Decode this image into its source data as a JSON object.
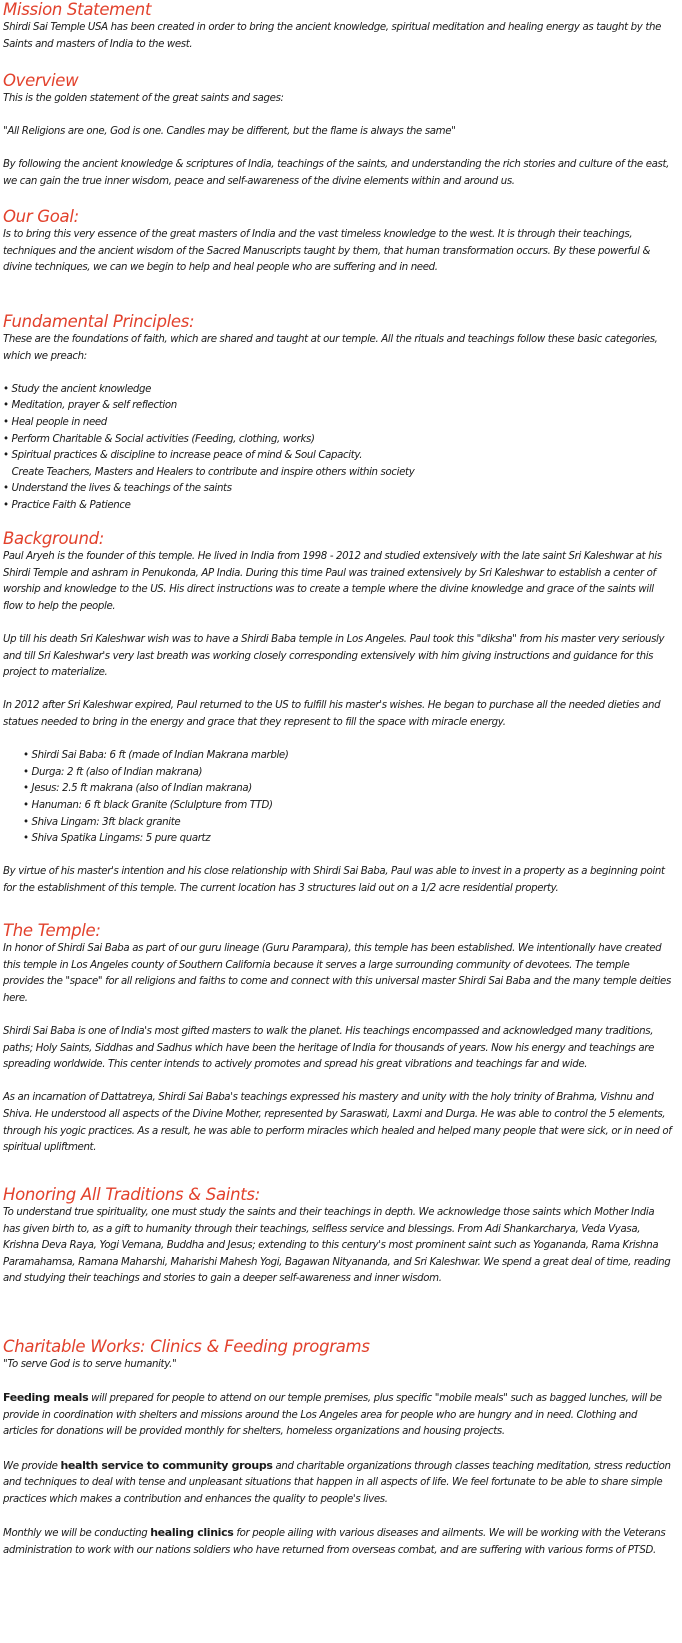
{
  "mission": {
    "title": "Mission Statement",
    "text": "Shirdi Sai Temple USA has been created in order to bring the ancient knowledge, spiritual meditation and healing energy as taught by the Saints and masters of India to the west."
  },
  "overview": {
    "title": "Overview",
    "p1": "This is the golden statement of the great saints and sages:",
    "p2": "\"All Religions are one, God is one. Candles may be different, but the flame is always the same\"",
    "p3": "By following the ancient knowledge & scriptures of India, teachings of the saints, and understanding the rich stories and culture of the east, we can gain the true inner wisdom, peace and self-awareness of the divine elements within and around us."
  },
  "goal": {
    "title": "Our Goal:",
    "text": "Is to bring this very essence of the great masters of India and the vast timeless knowledge to the west. It is through their teachings, techniques and the ancient wisdom of the Sacred Manuscripts taught by them, that human transformation occurs. By these powerful & divine techniques, we can we begin to help and heal people who are suffering and in need."
  },
  "principles": {
    "title": "Fundamental Principles:",
    "intro": "These are the foundations of faith, which are shared and taught at our temple. All the rituals and teachings follow these basic categories, which we preach:",
    "items": [
      "• Study the ancient knowledge",
      "• Meditation, prayer & self reflection",
      "• Heal people in need",
      "• Perform Charitable & Social activities (Feeding, clothing, works)",
      "• Spiritual practices & discipline to increase peace of mind & Soul Capacity.",
      "   Create Teachers, Masters and Healers to contribute and inspire others within society",
      "• Understand the lives & teachings of the saints",
      "• Practice Faith & Patience"
    ]
  },
  "background": {
    "title": "Background:",
    "p1": "Paul Aryeh is the founder of this temple. He lived in India from 1998 - 2012 and studied extensively with the late saint Sri Kaleshwar at his Shirdi Temple and ashram in Penukonda, AP India. During this time Paul was trained extensively by Sri Kaleshwar to establish a center of worship and knowledge to the US. His direct  instructions was to create a temple where the divine knowledge and grace of the saints will flow to help the people.",
    "p2": "Up till his death Sri Kaleshwar wish was to have a Shirdi Baba temple in Los Angeles. Paul took this \"diksha\" from his master very seriously and till Sri Kaleshwar's very last breath was working closely corresponding extensively with him giving instructions and guidance for this project to materialize.",
    "p3": "In 2012 after Sri Kaleshwar expired, Paul returned to the US to fulfill his master's wishes. He began to purchase all the needed dieties and statues needed to bring in the energy and grace that they represent to fill the space with miracle energy.",
    "items": [
      "•  Shirdi Sai Baba: 6 ft (made of Indian Makrana marble)",
      "•  Durga: 2 ft (also of Indian makrana)",
      "•  Jesus: 2.5 ft makrana (also of Indian makrana)",
      "•  Hanuman: 6 ft black Granite (Sclulpture from TTD)",
      "•  Shiva Lingam: 3ft black granite",
      "•  Shiva Spatika Lingams: 5 pure quartz"
    ],
    "p4": "By virtue of his master's intention and his close relationship with Shirdi Sai Baba, Paul was able to invest in a property as a beginning point for the establishment of this temple. The current location has 3 structures laid out on a 1/2 acre residential property."
  },
  "temple": {
    "title": "The Temple:",
    "p1": "In honor of Shirdi Sai Baba as part of our guru lineage (Guru Parampara), this temple has been established. We intentionally have created this temple  in Los Angeles county of Southern California because it serves a large surrounding community of devotees. The temple provides the \"space\" for all religions and faiths to come and connect with this universal master Shirdi Sai Baba and the many temple deities here.",
    "p2": "Shirdi Sai Baba is one of India's most gifted masters to walk the planet. His teachings encompassed and acknowledged many traditions, paths; Holy Saints, Siddhas and Sadhus which have been the heritage of India for thousands of years. Now his energy and teachings are spreading worldwide. This center intends to actively promotes and spread his great vibrations and teachings far and wide.",
    "p3": "As an incarnation of Dattatreya, Shirdi Sai Baba's teachings expressed his mastery and unity with the holy trinity of Brahma, Vishnu and Shiva. He understood all aspects of the Divine Mother, represented by Saraswati, Laxmi and Durga. He was able to control the 5 elements, through his yogic practices. As a result, he was able to perform miracles which healed and helped many people that were sick, or in need of spiritual upliftment."
  },
  "honoring": {
    "title": "Honoring All Traditions  & Saints:",
    "text": "To understand true spirituality, one must study the saints and their teachings in depth. We acknowledge those saints which Mother India has given birth to, as a gift to humanity through their teachings, selfless service and blessings. From Adi Shankarcharya, Veda Vyasa, Krishna Deva Raya, Yogi Vemana, Buddha and Jesus; extending to this century's most prominent saint such as Yogananda, Rama Krishna Paramahamsa,  Ramana Maharshi, Maharishi Mahesh Yogi, Bagawan Nityananda, and Sri Kaleshwar. We spend a great deal of time, reading and studying their teachings and stories to gain a deeper self-awareness and inner wisdom."
  },
  "charity": {
    "title": "Charitable Works:  Clinics & Feeding programs",
    "quote": "\"To serve God is to serve humanity.\"",
    "p1_bold": "Feeding meals",
    "p1_rest": " will prepared for people to attend on our temple premises, plus specific \"mobile meals\" such as bagged lunches, will be provide in coordination with shelters and missions around the Los Angeles area for people who are hungry and in need. Clothing and articles for donations will be provided monthly for shelters, homeless organizations and housing projects.",
    "p2_pre": "We provide ",
    "p2_bold": "health service to community groups",
    "p2_rest": " and charitable organizations through classes teaching meditation, stress reduction and techniques to deal with tense and unpleasant situations that happen in all aspects of life. We feel fortunate to be able to share simple practices which makes a contribution and enhances the quality to people's lives.",
    "p3_pre": "Monthly we will be conducting ",
    "p3_bold": "healing clinics",
    "p3_rest": " for people ailing with various diseases and ailments.  We will be working with the Veterans administration to work with our nations soldiers who have returned from overseas combat, and are suffering with various forms of PTSD."
  }
}
